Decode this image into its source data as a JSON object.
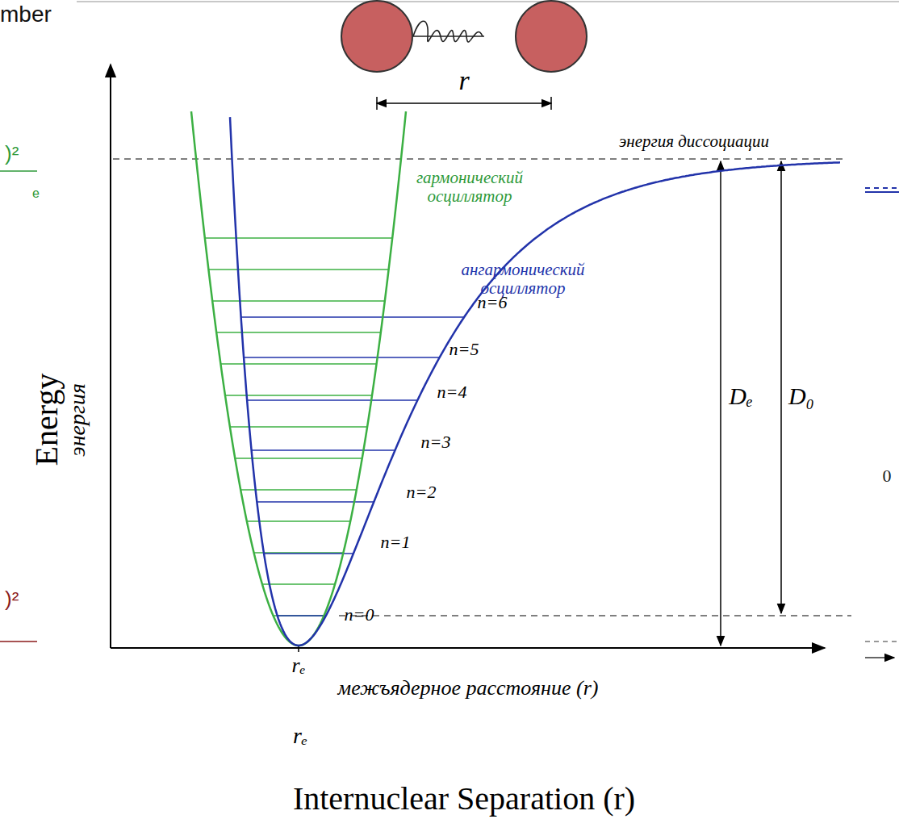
{
  "diagram": {
    "labels": [
      "mber",
      ")²",
      "e",
      ")²",
      "r",
      "энергия диссоциации",
      "гармонический осциллятор",
      "ангармонический осциллятор",
      "n=6",
      "n=5",
      "n=4",
      "n=3",
      "n=2",
      "n=1",
      "n=0",
      "Dₑ",
      "D₀",
      "0",
      "Energy",
      "энергия",
      "rₑ",
      "межъядерное расстояние (r)",
      "rₑ",
      "Internuclear Separation (r)"
    ]
  }
}
